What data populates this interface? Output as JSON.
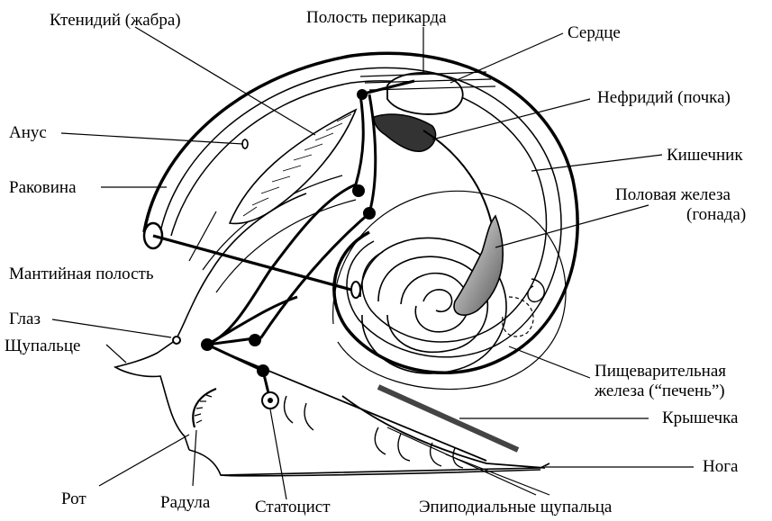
{
  "diagram": {
    "labels": {
      "ctenidium": "Ктенидий (жабра)",
      "pericardium": "Полость перикарда",
      "heart": "Сердце",
      "nephridium": "Нефридий (почка)",
      "anus": "Анус",
      "intestine": "Кишечник",
      "shell": "Раковина",
      "gonad_line1": "Половая железа",
      "gonad_line2": "(гонада)",
      "mantle_cavity": "Мантийная полость",
      "eye": "Глаз",
      "tentacle": "Щупальце",
      "digestive_line1": "Пищеварительная",
      "digestive_line2": "железа (“печень”)",
      "operculum": "Крышечка",
      "foot": "Нога",
      "mouth": "Рот",
      "radula": "Радула",
      "statocyst": "Статоцист",
      "epipodial": "Эпиподиальные щупальца"
    }
  }
}
